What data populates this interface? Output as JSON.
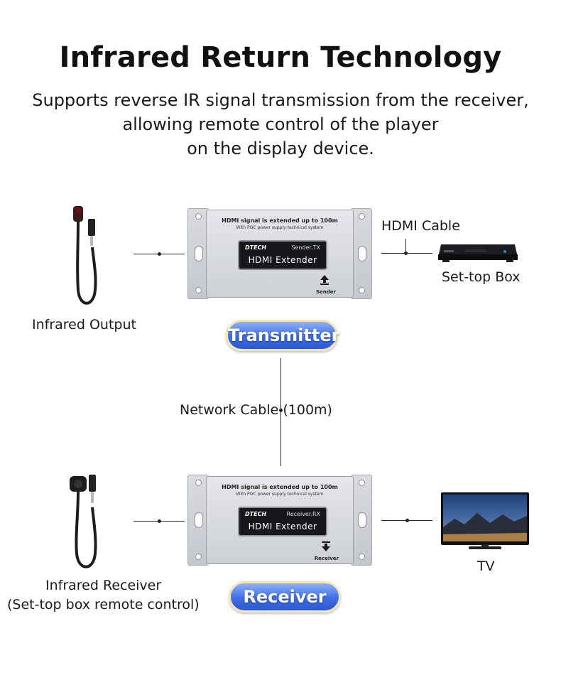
{
  "header": {
    "title": "Infrared Return Technology",
    "subtitle_lines": [
      "Supports reverse IR signal transmission from the receiver,",
      "allowing remote control of the player",
      "on the display device."
    ]
  },
  "labels": {
    "infrared_output": "Infrared Output",
    "hdmi_cable": "HDMI Cable",
    "set_top_box": "Set-top Box",
    "network_cable": "Network Cable (100m)",
    "tv": "TV",
    "infrared_receiver": "Infrared Receiver",
    "infrared_receiver_note": "(Set-top box remote control)"
  },
  "badges": {
    "transmitter": "Transmitter",
    "receiver": "Receiver",
    "color": "#3f6ee6"
  },
  "transmitter_device": {
    "spec_line1": "HDMI signal is extended up to 100m",
    "spec_line2": "With POC power supply technical system",
    "brand": "DTECH",
    "model": "Sender.TX",
    "product": "HDMI Extender",
    "caption": "Sender",
    "icon": "upload-arrow-icon"
  },
  "receiver_device": {
    "spec_line1": "HDMI signal is extended up to 100m",
    "spec_line2": "With POC power supply technical system",
    "brand": "DTECH",
    "model": "Receiver.RX",
    "product": "HDMI Extender",
    "caption": "Receiver",
    "icon": "download-arrow-icon"
  }
}
